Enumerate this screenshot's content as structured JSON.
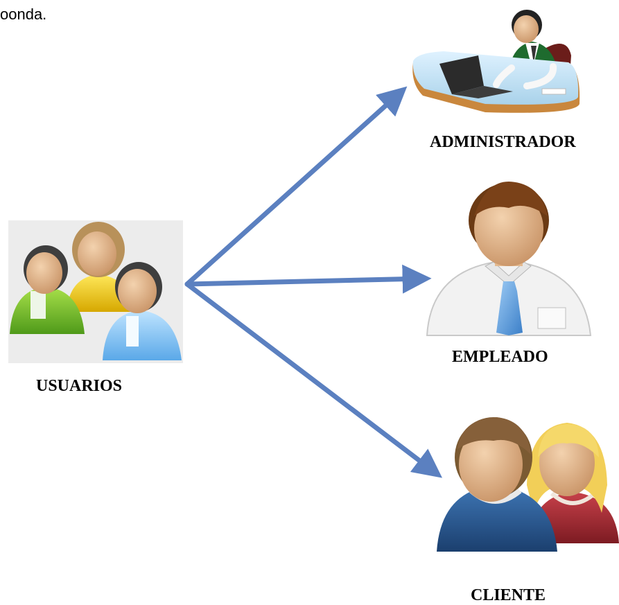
{
  "page": {
    "text_fragment": "oonda."
  },
  "nodes": {
    "usuarios": "USUARIOS",
    "administrador": "ADMINISTRADOR",
    "empleado": "EMPLEADO",
    "cliente": "CLIENTE"
  },
  "colors": {
    "arrow": "#5b80c0",
    "arrow_edge": "#3c5f9e"
  }
}
